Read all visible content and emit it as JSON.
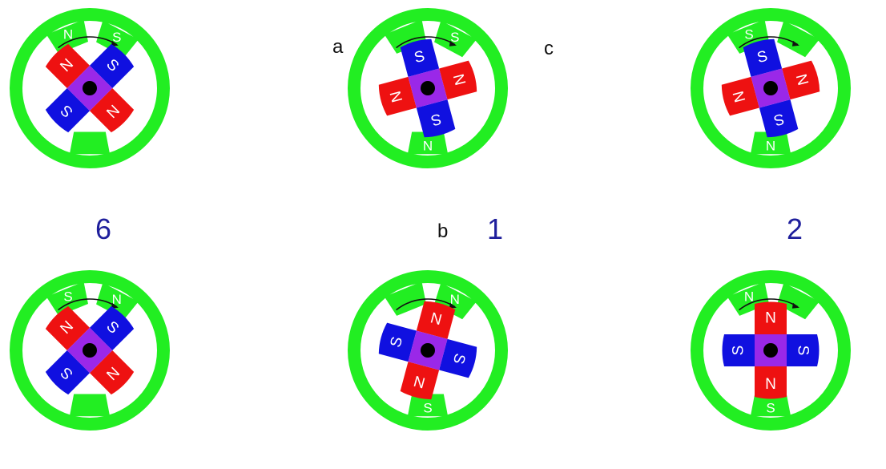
{
  "colors": {
    "stator": "#22ee22",
    "rotor_north": "#ee1111",
    "rotor_south": "#1010e0",
    "rotor_hub": "#9a28e8",
    "shaft": "#000000",
    "step_number": "#1f1f9c",
    "terminal_label": "#111111",
    "pole_text": "#ffffff"
  },
  "motors": [
    {
      "id": "step-6",
      "step_label": "6",
      "rotor_angle_deg": 45,
      "rotor_poles": [
        "S",
        "N",
        "S",
        "N"
      ],
      "stator_poles": [
        {
          "letter": "N",
          "energized": true
        },
        {
          "letter": "",
          "energized": false
        },
        {
          "letter": "S",
          "energized": true
        }
      ]
    },
    {
      "id": "step-1",
      "step_label": "1",
      "rotor_angle_deg": -15,
      "rotor_poles": [
        "S",
        "N",
        "S",
        "N"
      ],
      "stator_poles": [
        {
          "letter": "",
          "energized": false
        },
        {
          "letter": "N",
          "energized": true
        },
        {
          "letter": "S",
          "energized": true
        }
      ]
    },
    {
      "id": "step-2",
      "step_label": "2",
      "rotor_angle_deg": -15,
      "rotor_poles": [
        "S",
        "N",
        "S",
        "N"
      ],
      "stator_poles": [
        {
          "letter": "S",
          "energized": true
        },
        {
          "letter": "N",
          "energized": true
        },
        {
          "letter": "",
          "energized": false
        }
      ]
    },
    {
      "id": "step-5",
      "step_label": "",
      "rotor_angle_deg": 45,
      "rotor_poles": [
        "S",
        "N",
        "S",
        "N"
      ],
      "stator_poles": [
        {
          "letter": "S",
          "energized": true
        },
        {
          "letter": "",
          "energized": false
        },
        {
          "letter": "N",
          "energized": true
        }
      ]
    },
    {
      "id": "step-4",
      "step_label": "",
      "rotor_angle_deg": 15,
      "rotor_poles": [
        "N",
        "S",
        "N",
        "S"
      ],
      "stator_poles": [
        {
          "letter": "",
          "energized": false
        },
        {
          "letter": "S",
          "energized": true
        },
        {
          "letter": "N",
          "energized": true
        }
      ]
    },
    {
      "id": "step-3",
      "step_label": "",
      "rotor_angle_deg": 0,
      "rotor_poles": [
        "N",
        "S",
        "N",
        "S"
      ],
      "stator_poles": [
        {
          "letter": "N",
          "energized": true
        },
        {
          "letter": "S",
          "energized": true
        },
        {
          "letter": "",
          "energized": false
        }
      ]
    }
  ],
  "terminals": {
    "a": "a",
    "b": "b",
    "c": "c"
  }
}
